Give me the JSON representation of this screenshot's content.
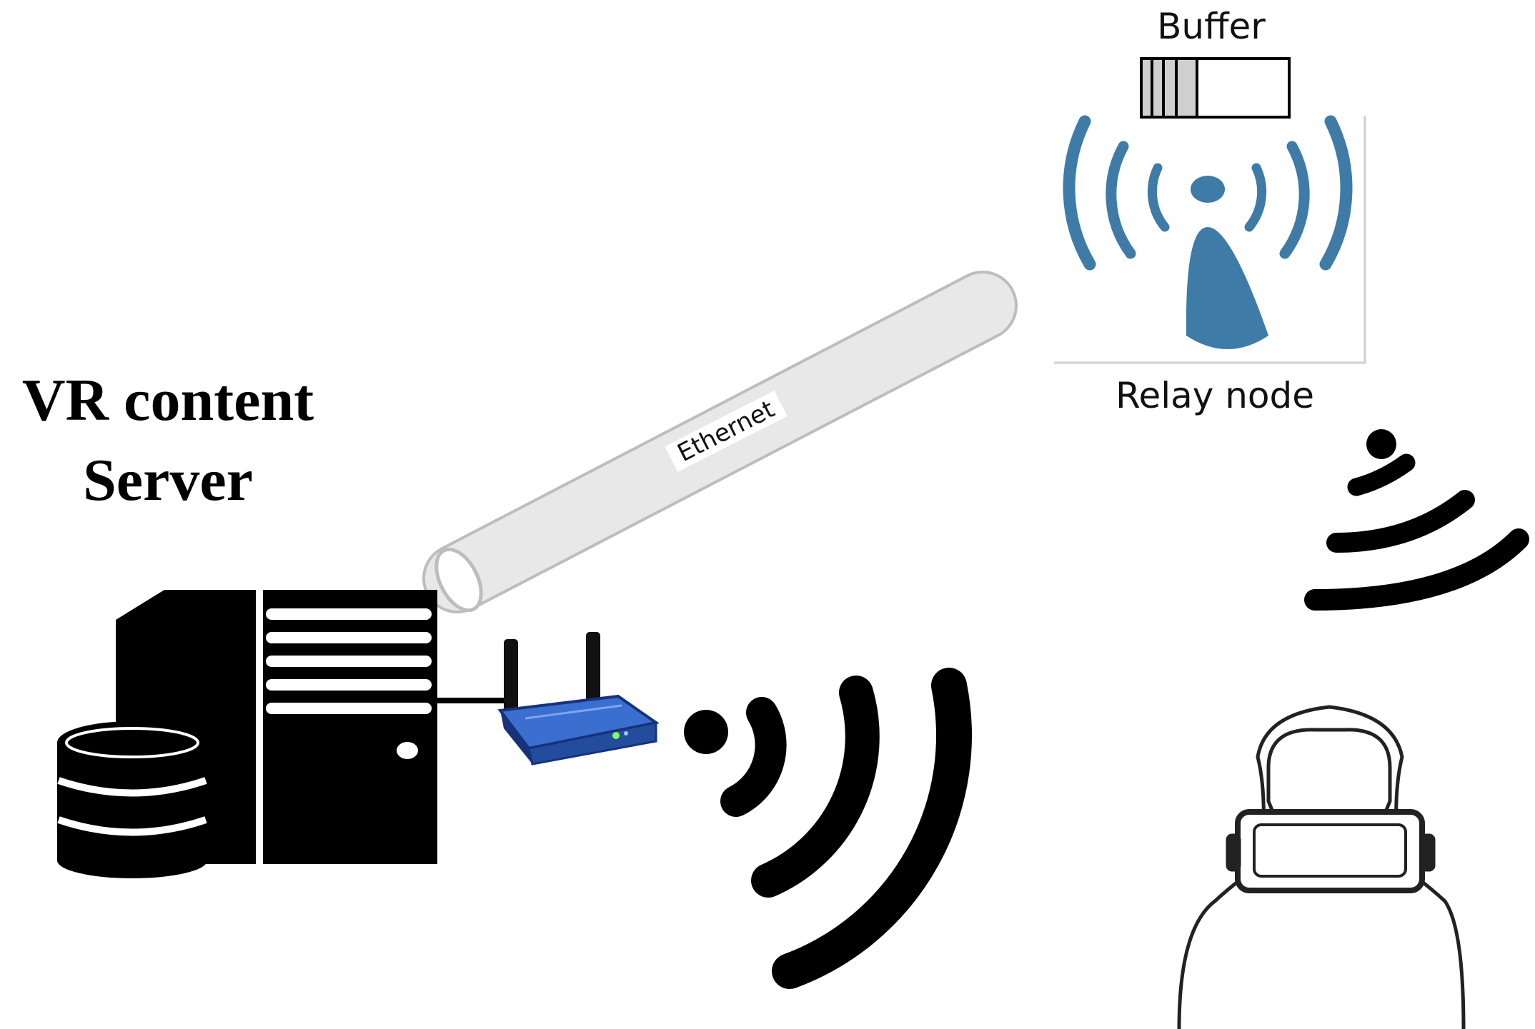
{
  "diagram": {
    "server_title_line1": "VR content",
    "server_title_line2": "Server",
    "link_label": "Ethernet",
    "buffer_label": "Buffer",
    "relay_label": "Relay node",
    "buffer_fill_fraction": 0.38
  },
  "colors": {
    "icon_black": "#000000",
    "relay_blue": "#3e7ba7",
    "router_blue": "#3a6fd0",
    "cable_gray": "#e6e6e6",
    "buffer_gray": "#cfcfcf"
  },
  "icons": [
    "server-icon",
    "database-icon",
    "router-icon",
    "wifi-signal-icon",
    "relay-antenna-icon",
    "vr-user-icon",
    "buffer-queue-icon"
  ]
}
